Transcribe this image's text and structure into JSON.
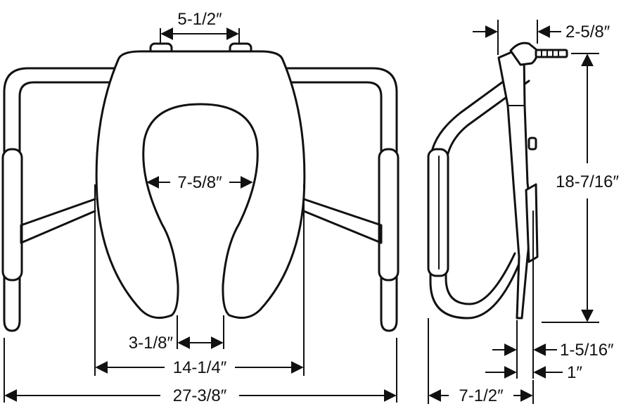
{
  "dimensions": {
    "hinge_spacing": "5-1/2″",
    "opening_width": "7-5/8″",
    "front_gap": "3-1/8″",
    "seat_width": "14-1/4″",
    "overall_width": "27-3/8″",
    "bracket_offset": "2-5/8″",
    "arm_height": "18-7/16″",
    "bracket_thickness": "1-5/16″",
    "rear_gap": "1″",
    "arm_depth": "7-1/2″"
  },
  "colors": {
    "ink": "#111111",
    "background": "#ffffff"
  }
}
